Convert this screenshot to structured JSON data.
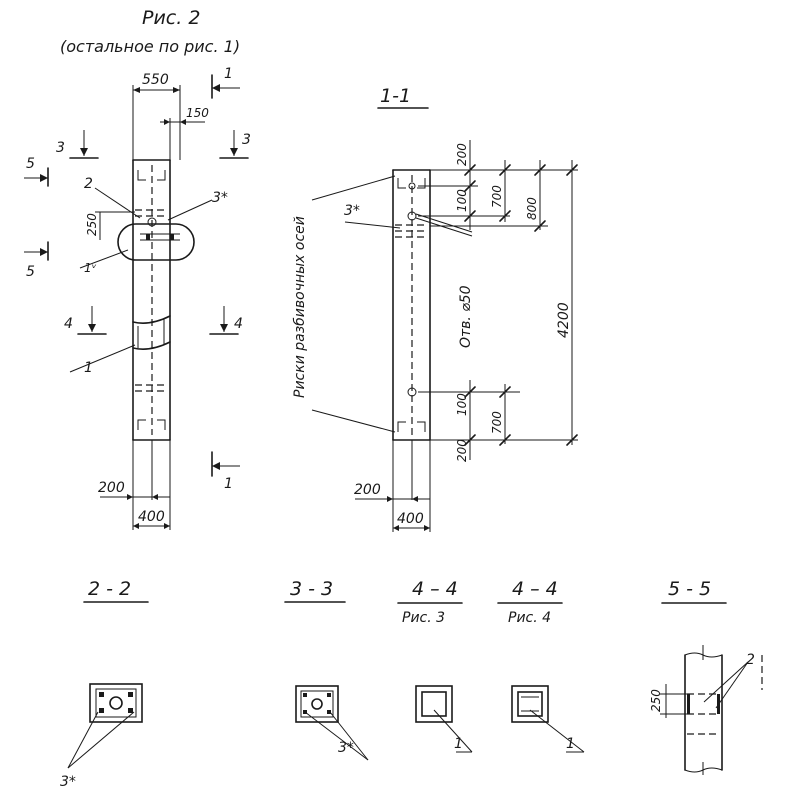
{
  "header": {
    "title": "Рис. 2",
    "subtitle": "(остальное по рис. 1)"
  },
  "elevation": {
    "dim_top_width": "550",
    "dim_offset": "150",
    "dim_bottom_1": "200",
    "dim_bottom_2": "400",
    "dim_opening": "250",
    "marker_2": "2",
    "marker_3star": "3*",
    "marker_1v": "1ᵛ",
    "marker_1": "1",
    "cut_1_top": "1",
    "cut_1_bottom": "1",
    "cut_3_left": "3",
    "cut_3_right": "3",
    "cut_4_left": "4",
    "cut_4_right": "4",
    "cut_5_top": "5",
    "cut_5_bottom": "5"
  },
  "section_1_1": {
    "title": "1-1",
    "dim_200_top": "200",
    "dim_700_top": "700",
    "dim_800": "800",
    "dim_100_top": "100",
    "dim_4200": "4200",
    "dim_hole": "Отв. ⌀50",
    "dim_100_bottom": "100",
    "dim_700_bottom": "700",
    "dim_200_side": "200",
    "dim_200_bottom": "200",
    "dim_400_bottom": "400",
    "marker_3star": "3*",
    "note_axes": "Риски разбивочных осей"
  },
  "sections": {
    "s22": {
      "title": "2 - 2",
      "marker": "3*"
    },
    "s33": {
      "title": "3 - 3",
      "marker": "3*"
    },
    "s44a": {
      "title": "4 – 4",
      "sub": "Рис. 3",
      "marker": "1"
    },
    "s44b": {
      "title": "4 – 4",
      "sub": "Рис. 4",
      "marker": "1"
    },
    "s55": {
      "title": "5 - 5",
      "marker": "2",
      "dim": "250"
    }
  }
}
